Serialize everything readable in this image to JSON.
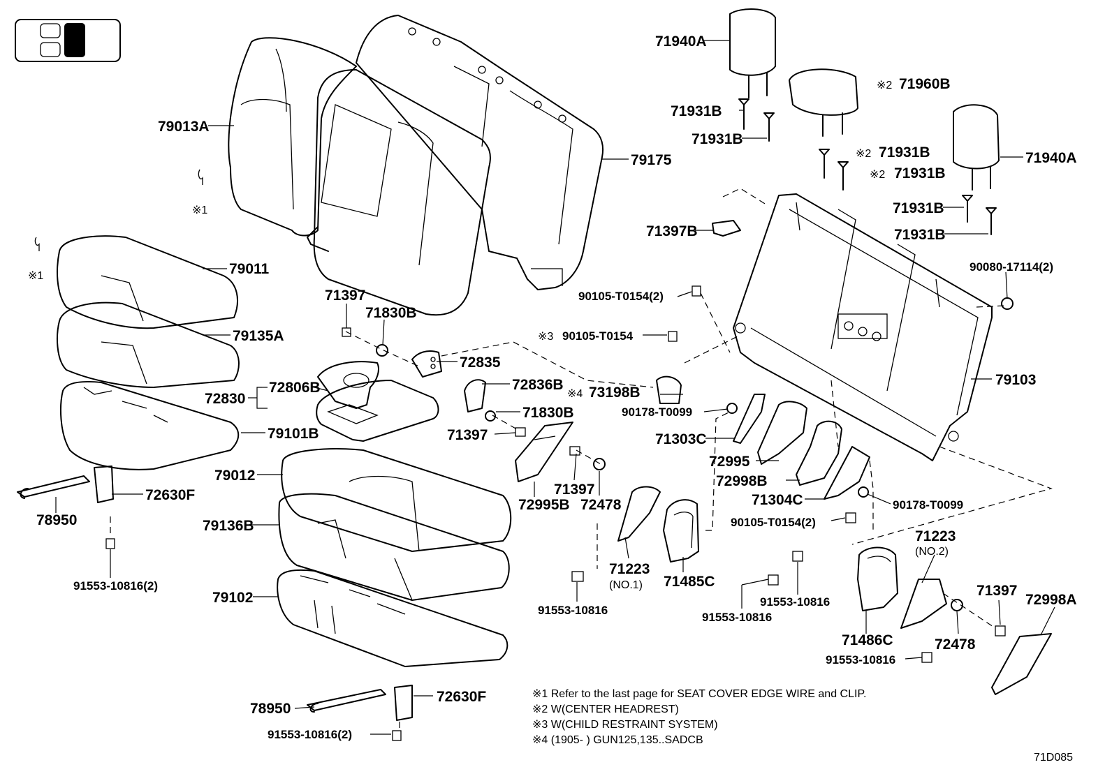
{
  "parts": {
    "p79013A": "79013A",
    "p79175": "79175",
    "p71940A_top": "71940A",
    "p71960B": "71960B",
    "p71931B_1": "71931B",
    "p71931B_2": "71931B",
    "p71931B_3": "71931B",
    "p71931B_4": "71931B",
    "p71931B_5": "71931B",
    "p71931B_6": "71931B",
    "p71940A_right": "71940A",
    "p71397B": "71397B",
    "p90080": "90080-17114(2)",
    "p90105_a": "90105-T0154(2)",
    "p90105_b": "90105-T0154",
    "p79011": "79011",
    "p79135A": "79135A",
    "p71397_a": "71397",
    "p71830B_a": "71830B",
    "p72835": "72835",
    "p72836B": "72836B",
    "p73198B": "73198B",
    "p79103": "79103",
    "p72830": "72830",
    "p72806B": "72806B",
    "p71830B_b": "71830B",
    "p90178_a": "90178-T0099",
    "p79101B": "79101B",
    "p71397_b": "71397",
    "p71303C": "71303C",
    "p72630F_a": "72630F",
    "p79012": "79012",
    "p72995": "72995",
    "p72998B": "72998B",
    "p71397_c": "71397",
    "p78950_a": "78950",
    "p72995B": "72995B",
    "p72478_a": "72478",
    "p71304C": "71304C",
    "p90178_b": "90178-T0099",
    "p79136B": "79136B",
    "p90105_c": "90105-T0154(2)",
    "p71223_a": "71223",
    "p71223_a_sub": "(NO.1)",
    "p71485C": "71485C",
    "p71223_b": "71223",
    "p71223_b_sub": "(NO.2)",
    "p91553_a": "91553-10816(2)",
    "p79102": "79102",
    "p91553_b": "91553-10816",
    "p91553_c": "91553-10816",
    "p91553_d": "91553-10816",
    "p71397_d": "71397",
    "p72998A": "72998A",
    "p71486C": "71486C",
    "p72478_b": "72478",
    "p91553_e": "91553-10816",
    "p78950_b": "78950",
    "p72630F_b": "72630F",
    "p91553_f": "91553-10816(2)"
  },
  "marks": {
    "m1_a": "※1",
    "m1_b": "※1",
    "m2_a": "※2",
    "m2_b": "※2",
    "m2_c": "※2",
    "m3": "※3",
    "m4": "※4"
  },
  "notes": [
    "※1  Refer to the last page for SEAT COVER EDGE WIRE and CLIP.",
    "※2  W(CENTER  HEADREST)",
    "※3  W(CHILD RESTRAINT SYSTEM)",
    "※4  (1905-        )  GUN125,135..SADCB"
  ],
  "figure_code": "71D085"
}
